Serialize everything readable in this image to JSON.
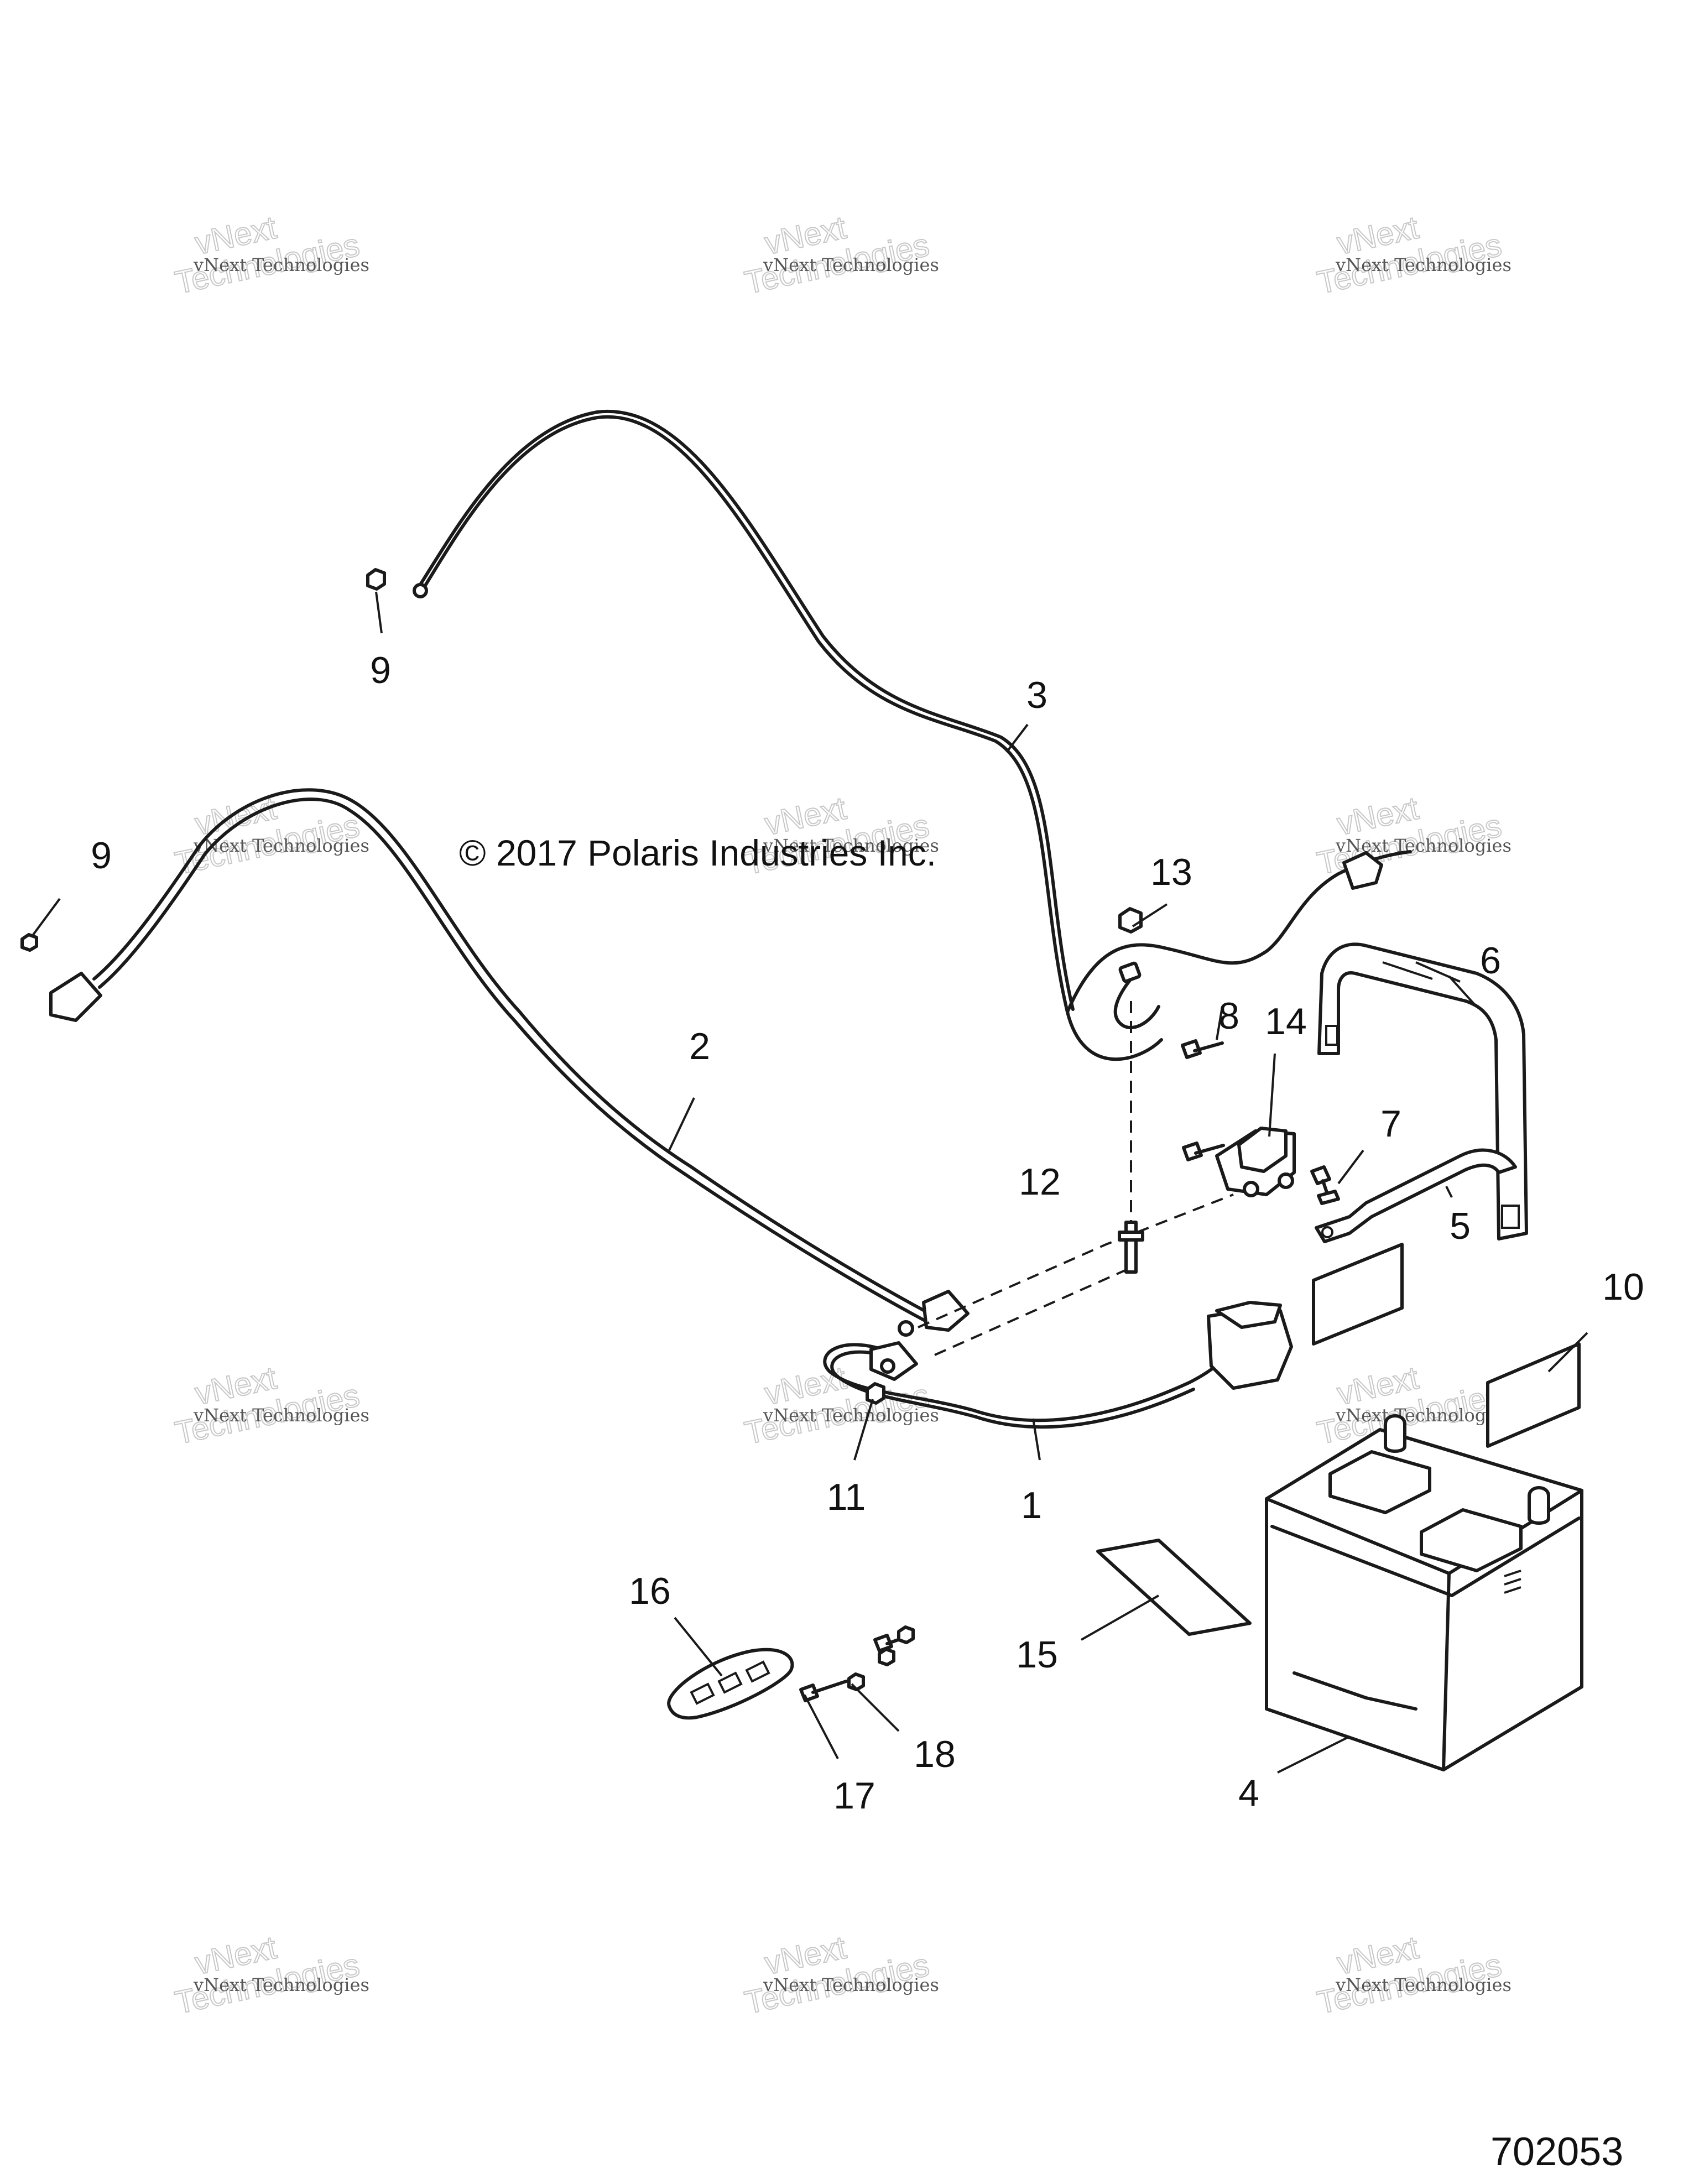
{
  "copyright": "© 2017 Polaris Industries Inc.",
  "figure_number": "702053",
  "watermark": {
    "line_small": "vNext Technologies",
    "line_big_1": "vNext",
    "line_big_2": "Technologies"
  },
  "callouts": {
    "c1": "1",
    "c2": "2",
    "c3": "3",
    "c4": "4",
    "c5": "5",
    "c6": "6",
    "c7": "7",
    "c8": "8",
    "c9a": "9",
    "c9b": "9",
    "c10": "10",
    "c11": "11",
    "c12": "12",
    "c13": "13",
    "c14": "14",
    "c15": "15",
    "c16": "16",
    "c17": "17",
    "c18": "18"
  },
  "colors": {
    "line": "#1a1a1a",
    "watermark": "#c8c8c8",
    "background": "#ffffff"
  }
}
